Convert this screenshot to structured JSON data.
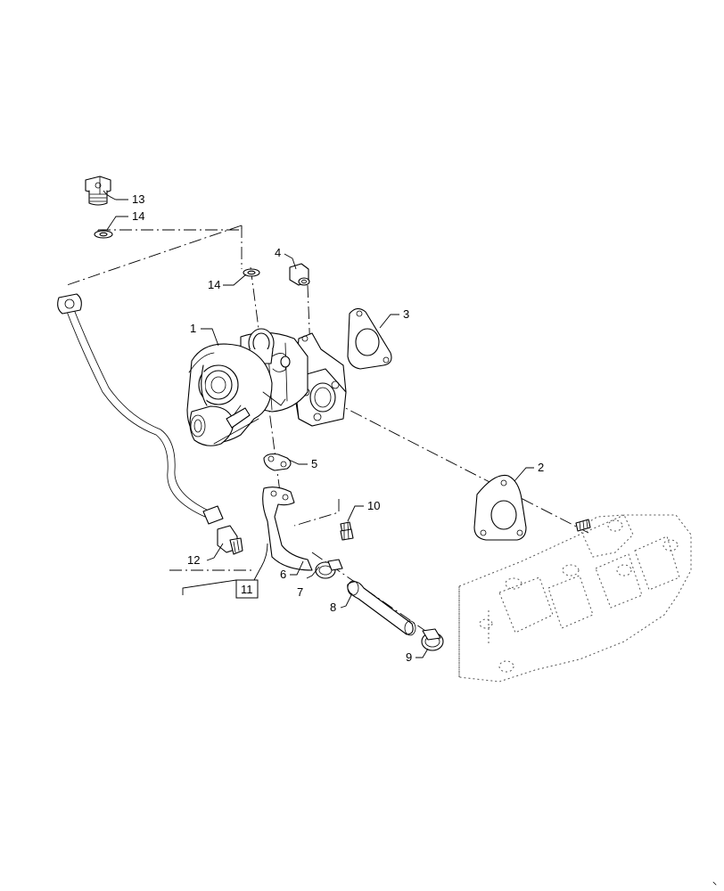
{
  "callouts": {
    "c1": "1",
    "c2": "2",
    "c3": "3",
    "c4": "4",
    "c5": "5",
    "c6": "6",
    "c7": "7",
    "c8": "8",
    "c9": "9",
    "c10": "10",
    "c11": "11",
    "c12": "12",
    "c13": "13",
    "c14a": "14",
    "c14b": "14"
  }
}
